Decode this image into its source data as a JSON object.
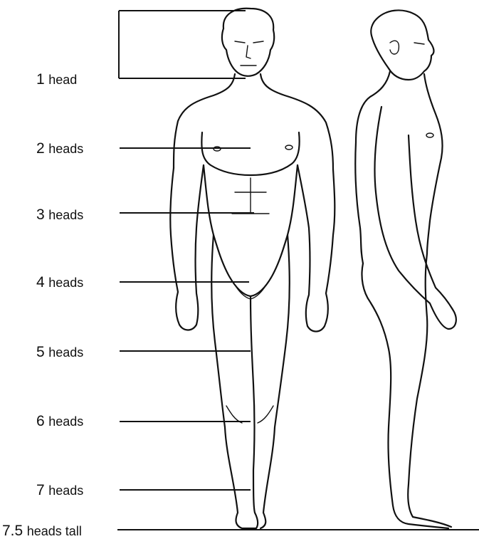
{
  "labels": [
    {
      "num": "1",
      "unit": "head"
    },
    {
      "num": "2",
      "unit": "heads"
    },
    {
      "num": "3",
      "unit": "heads"
    },
    {
      "num": "4",
      "unit": "heads"
    },
    {
      "num": "5",
      "unit": "heads"
    },
    {
      "num": "6",
      "unit": "heads"
    },
    {
      "num": "7",
      "unit": "heads"
    },
    {
      "num": "7.5",
      "unit": "heads tall"
    }
  ]
}
